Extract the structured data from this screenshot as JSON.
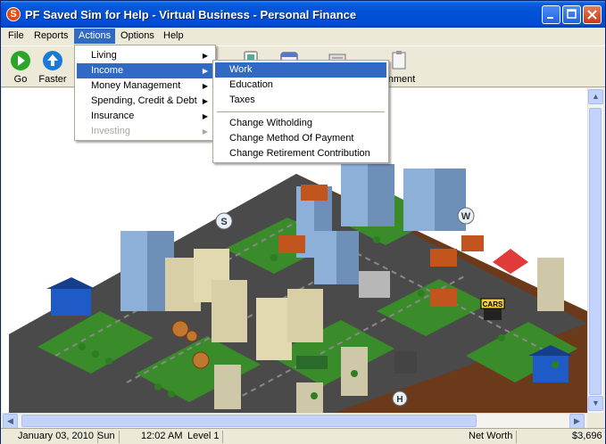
{
  "window": {
    "title": "PF Saved Sim for Help - Virtual Business - Personal Finance",
    "icon_letter": "S"
  },
  "menubar": [
    "File",
    "Reports",
    "Actions",
    "Options",
    "Help"
  ],
  "toolbar": {
    "go": "Go",
    "faster": "Faster",
    "assignment_partial": "gnment"
  },
  "actions_menu": {
    "items": [
      "Living",
      "Income",
      "Money Management",
      "Spending, Credit & Debt",
      "Insurance",
      "Investing"
    ]
  },
  "income_submenu": {
    "items": [
      "Work",
      "Education",
      "Taxes",
      "Change Witholding",
      "Change Method Of Payment",
      "Change Retirement Contribution"
    ]
  },
  "map_markers": {
    "s": "S",
    "w": "W",
    "h": "H",
    "cars": "CARS"
  },
  "status": {
    "date": "January 03, 2010",
    "day": "Sun",
    "time": "12:02 AM",
    "level": "Level 1",
    "net_worth_label": "Net Worth",
    "net_worth_value": "$3,696"
  },
  "colors": {
    "title_bar": "#0052d6",
    "menu_highlight": "#316ac5",
    "close_button": "#c83a12"
  }
}
